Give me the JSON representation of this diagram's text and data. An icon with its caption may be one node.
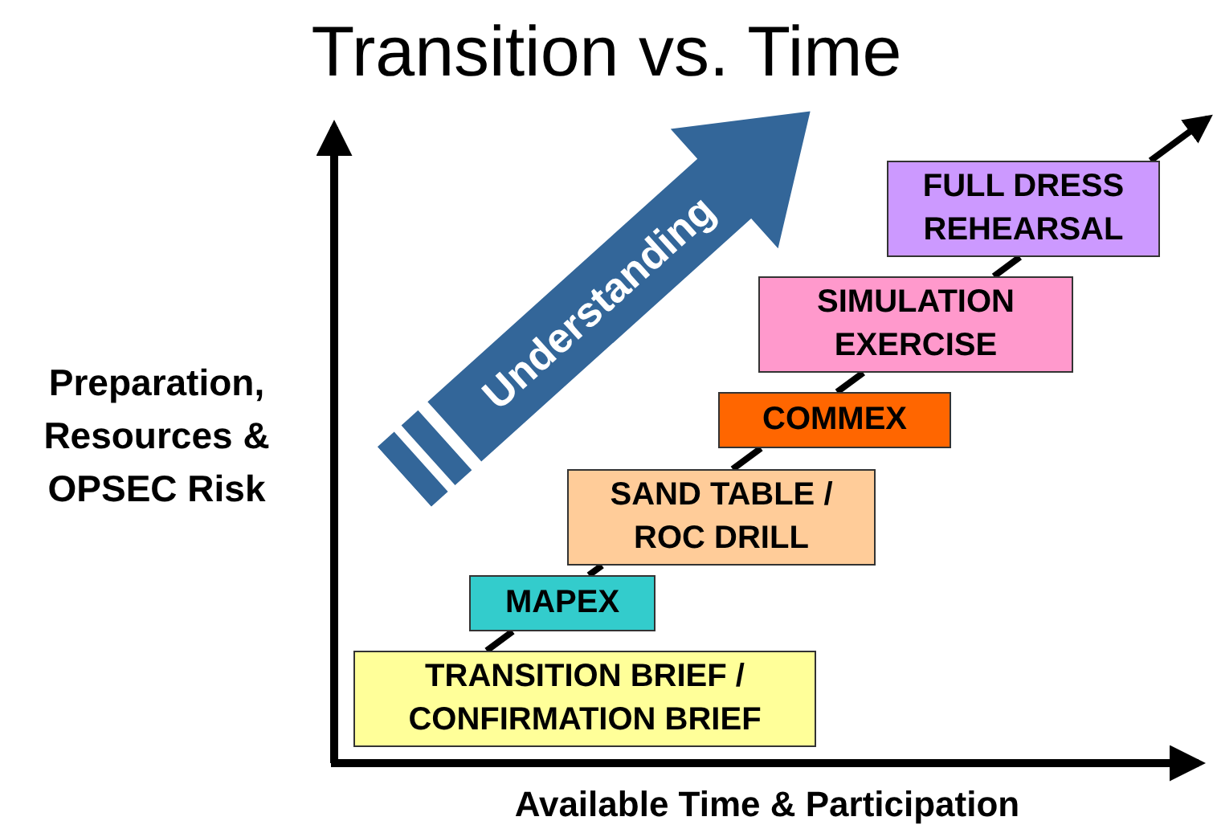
{
  "diagram": {
    "title": "Transition vs. Time",
    "nodes": [
      {
        "text": [
          "TRANSITION BRIEF / CONFIRMATION BRIEF"
        ]
      },
      {
        "text": [
          "MAPEX"
        ]
      },
      {
        "text": [
          "SAND TABLE / ROC DRILL"
        ]
      },
      {
        "text": [
          "COMMEX"
        ]
      },
      {
        "text": [
          "SIMULATION EXERCISE"
        ]
      },
      {
        "text": [
          "FULL DRESS REHEARSAL"
        ]
      },
      {
        "text": [
          "Understanding"
        ]
      }
    ],
    "edges": [
      {
        "from": 0,
        "to": 1,
        "arrow": "none"
      },
      {
        "from": 1,
        "to": 2,
        "arrow": "none"
      },
      {
        "from": 2,
        "to": 3,
        "arrow": "none"
      },
      {
        "from": 3,
        "to": 4,
        "arrow": "none"
      },
      {
        "from": 4,
        "to": 5,
        "arrow": "none"
      },
      {
        "from": 5,
        "to": null,
        "arrow": "to"
      }
    ],
    "labels": [
      "Preparation, Resources & OPSEC Risk",
      "Available Time & Participation"
    ]
  }
}
